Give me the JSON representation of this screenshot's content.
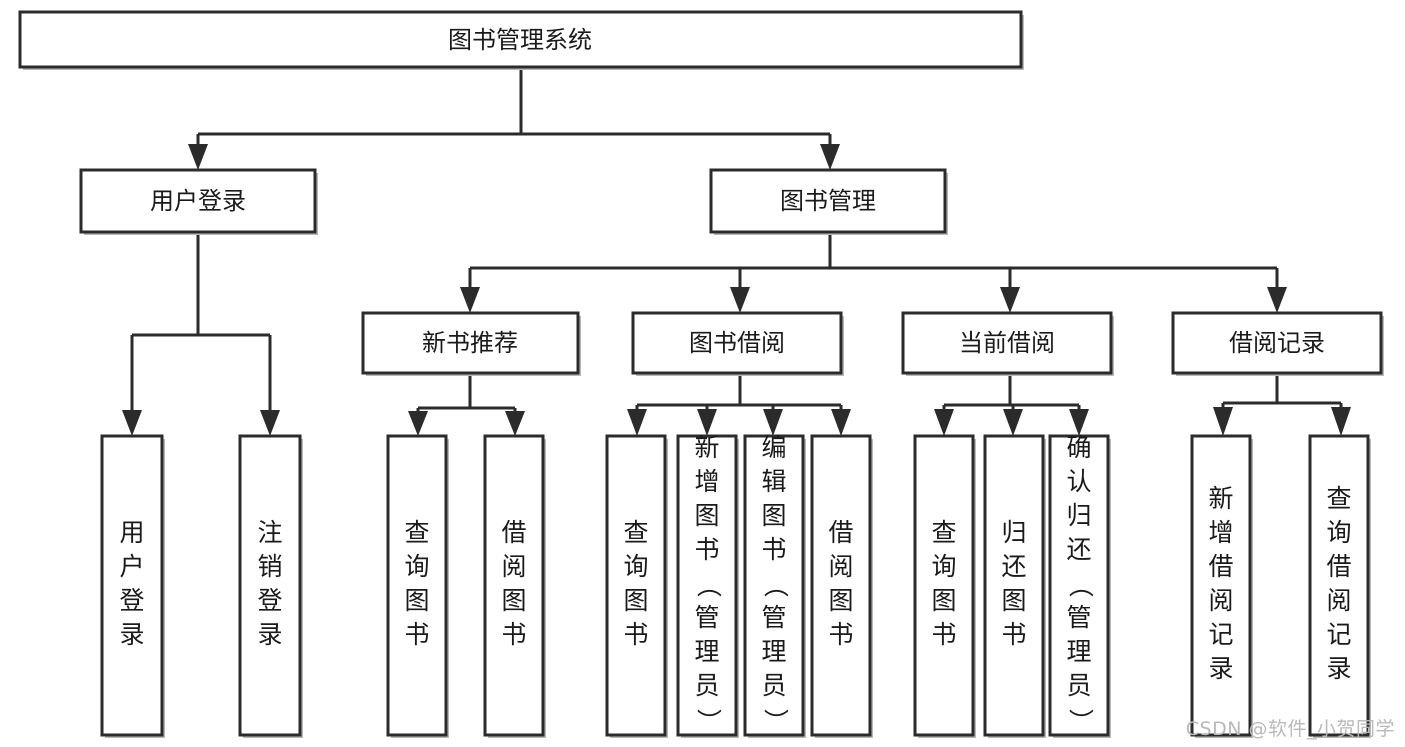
{
  "diagram": {
    "type": "tree-hierarchy",
    "title": "图书管理系统",
    "root": {
      "id": "root",
      "label": "图书管理系统",
      "orientation": "horizontal"
    },
    "level2": [
      {
        "id": "user-login",
        "label": "用户登录",
        "orientation": "horizontal"
      },
      {
        "id": "book-manage",
        "label": "图书管理",
        "orientation": "horizontal"
      }
    ],
    "level3": [
      {
        "id": "new-book-rec",
        "label": "新书推荐",
        "orientation": "horizontal",
        "parent": "book-manage"
      },
      {
        "id": "book-borrow",
        "label": "图书借阅",
        "orientation": "horizontal",
        "parent": "book-manage"
      },
      {
        "id": "current-borrow",
        "label": "当前借阅",
        "orientation": "horizontal",
        "parent": "book-manage"
      },
      {
        "id": "borrow-record",
        "label": "借阅记录",
        "orientation": "horizontal",
        "parent": "book-manage"
      }
    ],
    "leaves": [
      {
        "id": "leaf-user-login",
        "label": "用户登录",
        "orientation": "vertical",
        "parent": "user-login"
      },
      {
        "id": "leaf-user-logout",
        "label": "注销登录",
        "orientation": "vertical",
        "parent": "user-login"
      },
      {
        "id": "leaf-query-book-1",
        "label": "查询图书",
        "orientation": "vertical",
        "parent": "new-book-rec"
      },
      {
        "id": "leaf-borrow-book-1",
        "label": "借阅图书",
        "orientation": "vertical",
        "parent": "new-book-rec"
      },
      {
        "id": "leaf-query-book-2",
        "label": "查询图书",
        "orientation": "vertical",
        "parent": "book-borrow"
      },
      {
        "id": "leaf-add-book",
        "label": "新增图书（管理员）",
        "orientation": "vertical",
        "parent": "book-borrow"
      },
      {
        "id": "leaf-edit-book",
        "label": "编辑图书（管理员）",
        "orientation": "vertical",
        "parent": "book-borrow"
      },
      {
        "id": "leaf-borrow-book-2",
        "label": "借阅图书",
        "orientation": "vertical",
        "parent": "book-borrow"
      },
      {
        "id": "leaf-query-book-3",
        "label": "查询图书",
        "orientation": "vertical",
        "parent": "current-borrow"
      },
      {
        "id": "leaf-return-book",
        "label": "归还图书",
        "orientation": "vertical",
        "parent": "current-borrow"
      },
      {
        "id": "leaf-confirm-return",
        "label": "确认归还（管理员）",
        "orientation": "vertical",
        "parent": "current-borrow"
      },
      {
        "id": "leaf-add-record",
        "label": "新增借阅记录",
        "orientation": "vertical",
        "parent": "borrow-record"
      },
      {
        "id": "leaf-query-record",
        "label": "查询借阅记录",
        "orientation": "vertical",
        "parent": "borrow-record"
      }
    ],
    "colors": {
      "box_stroke": "#2b2b2b",
      "box_fill": "#ffffff",
      "text": "#1a1a1a",
      "line": "#2b2b2b",
      "watermark": "#b9b9b9",
      "background": "#ffffff"
    }
  },
  "watermark": {
    "text": "CSDN @软件_小贺同学"
  }
}
